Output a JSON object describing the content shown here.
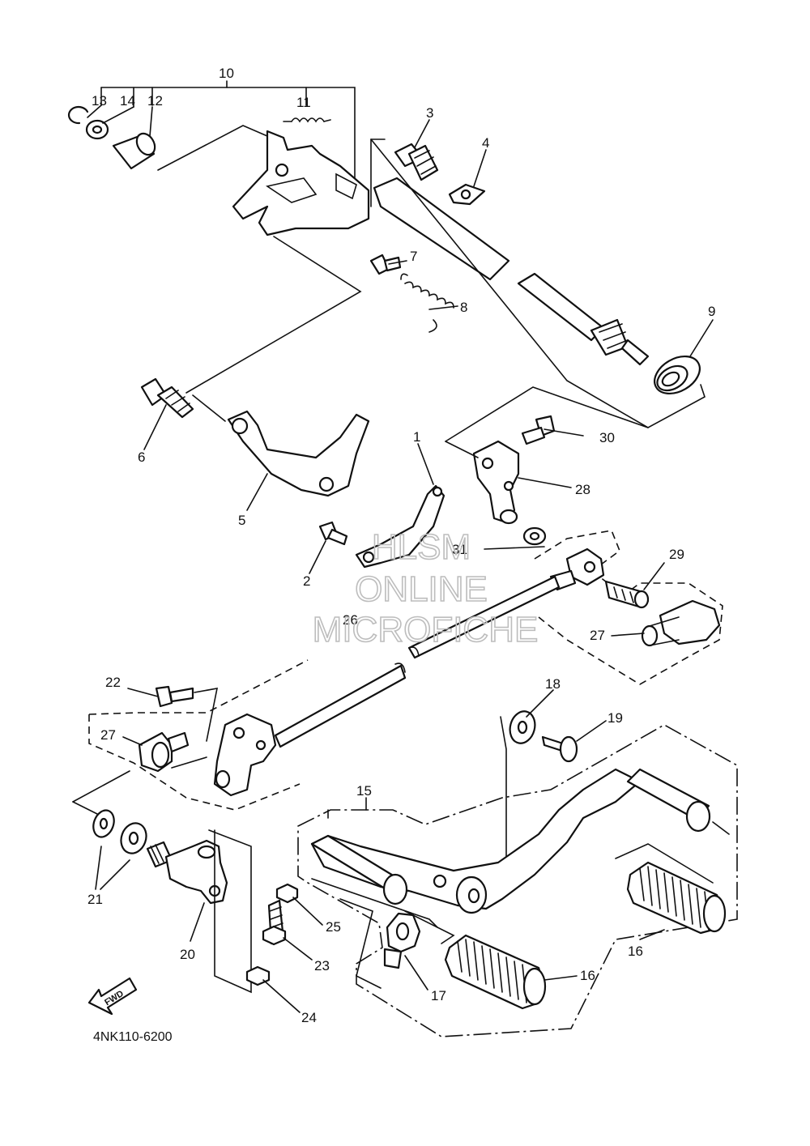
{
  "diagram": {
    "code": "4NK110-6200",
    "fwd_label": "FWD",
    "watermark": [
      "HLSM",
      "ONLINE",
      "MICROFICHE"
    ],
    "callouts": [
      {
        "id": "c1",
        "text": "1"
      },
      {
        "id": "c2",
        "text": "2"
      },
      {
        "id": "c3",
        "text": "3"
      },
      {
        "id": "c4",
        "text": "4"
      },
      {
        "id": "c5",
        "text": "5"
      },
      {
        "id": "c6",
        "text": "6"
      },
      {
        "id": "c7",
        "text": "7"
      },
      {
        "id": "c8",
        "text": "8"
      },
      {
        "id": "c9",
        "text": "9"
      },
      {
        "id": "c10",
        "text": "10"
      },
      {
        "id": "c11",
        "text": "11"
      },
      {
        "id": "c12",
        "text": "12"
      },
      {
        "id": "c13",
        "text": "13"
      },
      {
        "id": "c14",
        "text": "14"
      },
      {
        "id": "c15",
        "text": "15"
      },
      {
        "id": "c16a",
        "text": "16"
      },
      {
        "id": "c16b",
        "text": "16"
      },
      {
        "id": "c17",
        "text": "17"
      },
      {
        "id": "c18",
        "text": "18"
      },
      {
        "id": "c19",
        "text": "19"
      },
      {
        "id": "c20",
        "text": "20"
      },
      {
        "id": "c21",
        "text": "21"
      },
      {
        "id": "c22",
        "text": "22"
      },
      {
        "id": "c23",
        "text": "23"
      },
      {
        "id": "c24",
        "text": "24"
      },
      {
        "id": "c25",
        "text": "25"
      },
      {
        "id": "c26",
        "text": "26"
      },
      {
        "id": "c27a",
        "text": "27"
      },
      {
        "id": "c27b",
        "text": "27"
      },
      {
        "id": "c28",
        "text": "28"
      },
      {
        "id": "c29",
        "text": "29"
      },
      {
        "id": "c30",
        "text": "30"
      },
      {
        "id": "c31",
        "text": "31"
      }
    ]
  }
}
